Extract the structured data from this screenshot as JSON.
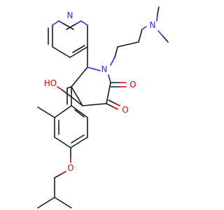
{
  "colors": {
    "nitrogen": "#2b2bd9",
    "oxygen": "#e00000",
    "carbon": "#1a1a1a"
  },
  "atoms": {
    "pyridine_n": "N",
    "dimethylamino_n": "N",
    "ring_n": "N",
    "hydroxyl": "HO",
    "ketone_o1": "O",
    "ketone_o2": "O",
    "ether_o": "O"
  }
}
